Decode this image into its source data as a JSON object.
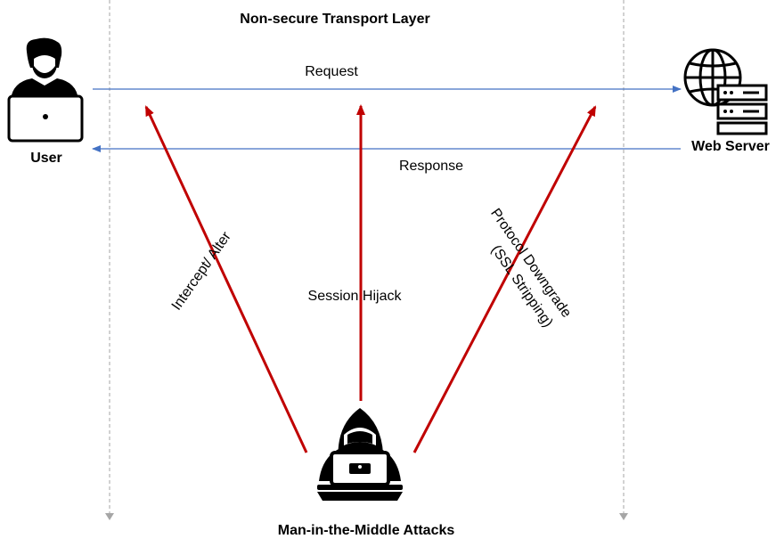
{
  "title": "Non-secure Transport Layer",
  "user_label": "User",
  "server_label": "Web Server",
  "attacker_label": "Man-in-the-Middle Attacks",
  "request_label": "Request",
  "response_label": "Response",
  "attacks": {
    "intercept": "Intercept/  Alter",
    "hijack": "Session  Hijack",
    "downgrade_line1": "Protocol  Downgrade",
    "downgrade_line2": "(SSL  Stripping)"
  },
  "icons": {
    "user": "user-laptop-icon",
    "server": "web-server-globe-icon",
    "attacker": "hooded-hacker-icon"
  },
  "colors": {
    "flow": "#4472c4",
    "attack": "#c00000",
    "boundary": "#a6a6a6",
    "icon": "#000000"
  }
}
